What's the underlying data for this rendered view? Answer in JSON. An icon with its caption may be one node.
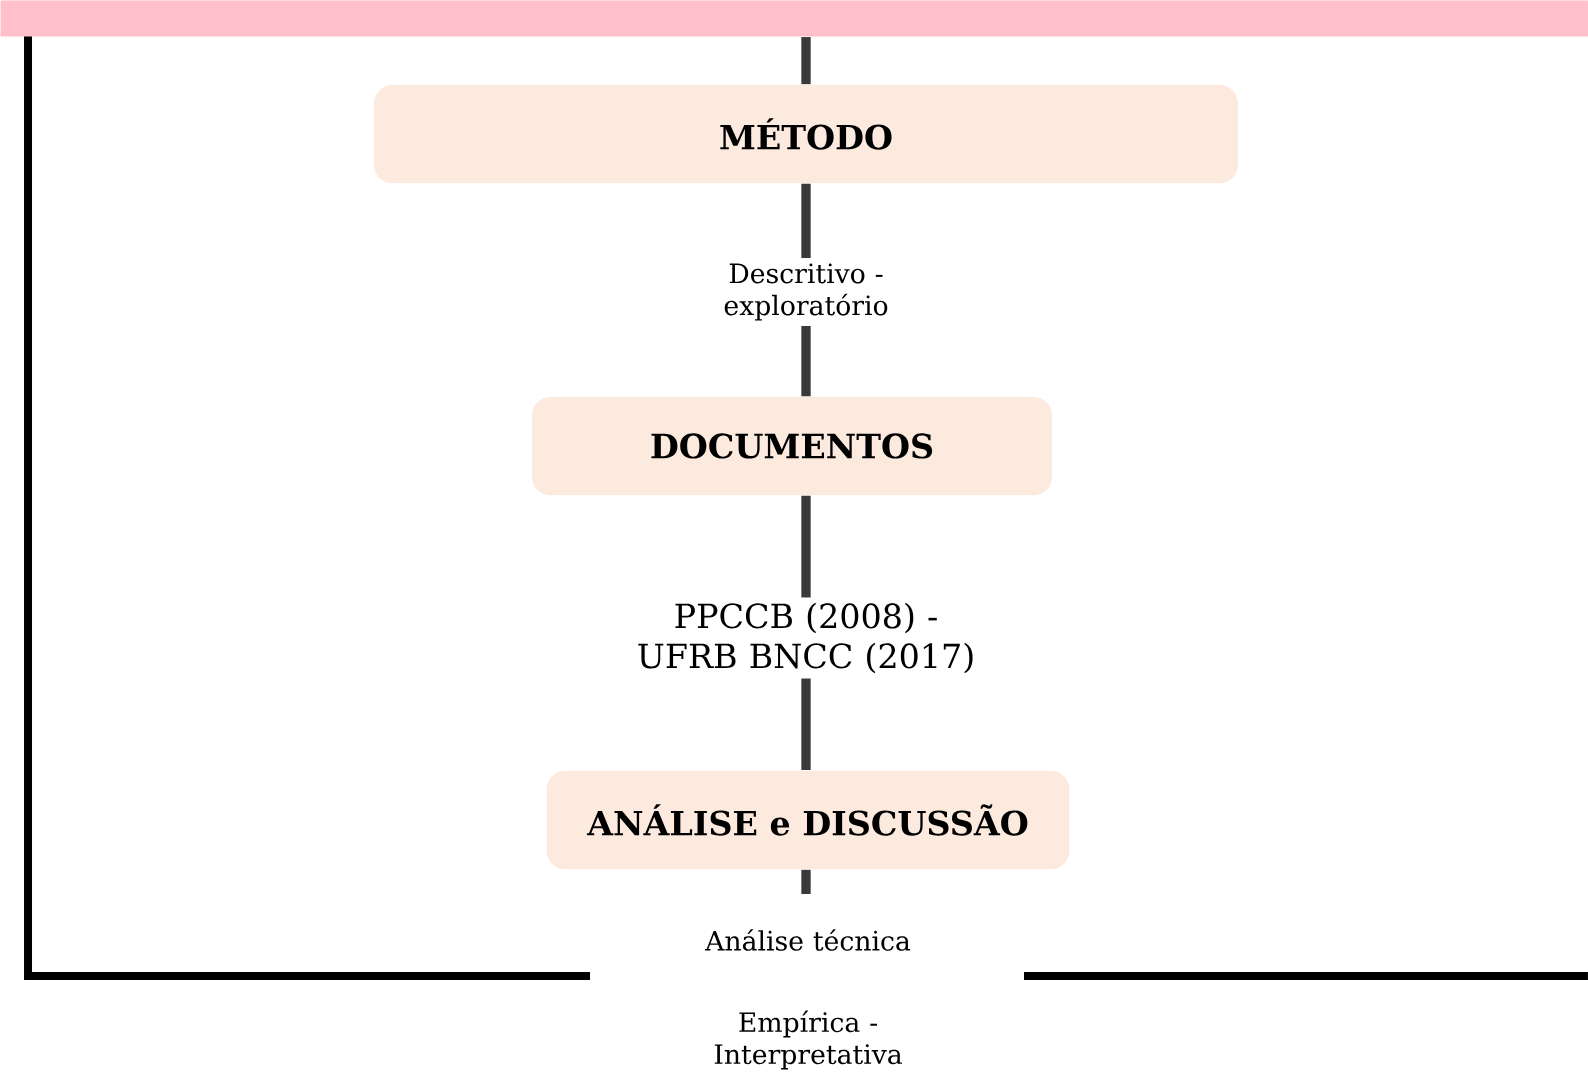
{
  "diagram": {
    "nodes": [
      {
        "text": [],
        "shape": "bar"
      },
      {
        "text": [
          "MÉTODO"
        ]
      },
      {
        "text": [
          "DOCUMENTOS"
        ]
      },
      {
        "text": [
          "ANÁLISE e DISCUSSÃO"
        ]
      }
    ],
    "edges": [
      {
        "from": 0,
        "to": 1,
        "arrow": "none"
      },
      {
        "from": 1,
        "to": 2,
        "arrow": "none",
        "label": "Descritivo - exploratório"
      },
      {
        "from": 2,
        "to": 3,
        "arrow": "none",
        "label": "PPCCB (2008) - UFRB BNCC (2017)"
      },
      {
        "from": 3,
        "to": null,
        "arrow": "none"
      }
    ],
    "labels": [
      "Análise técnica",
      "Empírica - Interpretativa"
    ]
  }
}
